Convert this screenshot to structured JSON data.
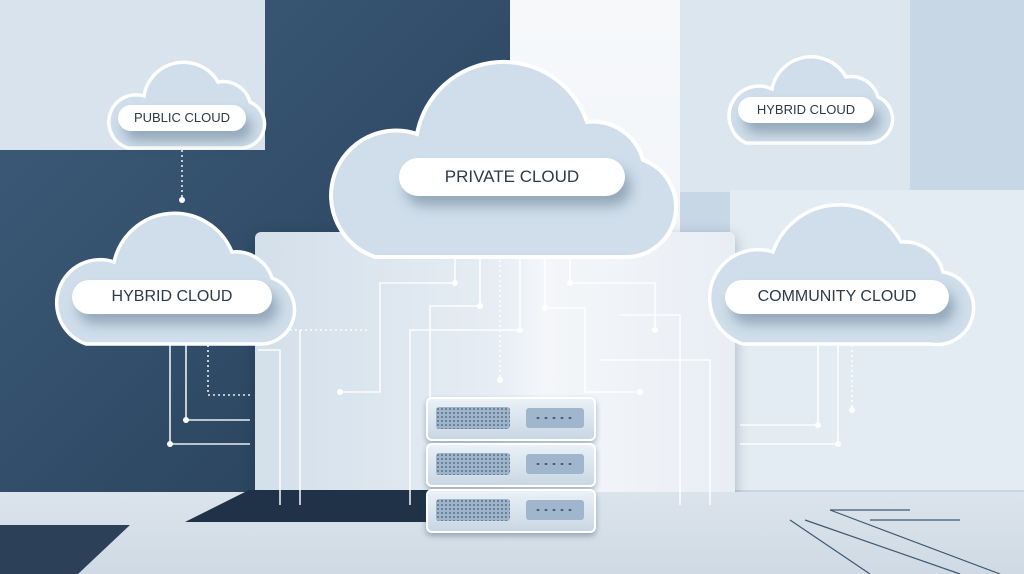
{
  "clouds": [
    {
      "key": "public",
      "label": "PUBLIC CLOUD"
    },
    {
      "key": "private",
      "label": "PRIVATE CLOUD"
    },
    {
      "key": "hybrid_top",
      "label": "HYBRID CLOUD"
    },
    {
      "key": "hybrid_left",
      "label": "HYBRID CLOUD"
    },
    {
      "key": "community",
      "label": "COMMUNITY CLOUD"
    }
  ],
  "server": {
    "units": 3
  },
  "colors": {
    "navy": "#2e4a66",
    "light_panel": "#c9d9e6",
    "cloud_fill": "#cfdeea",
    "cloud_outline": "#ffffff",
    "connector": "#ffffff"
  }
}
